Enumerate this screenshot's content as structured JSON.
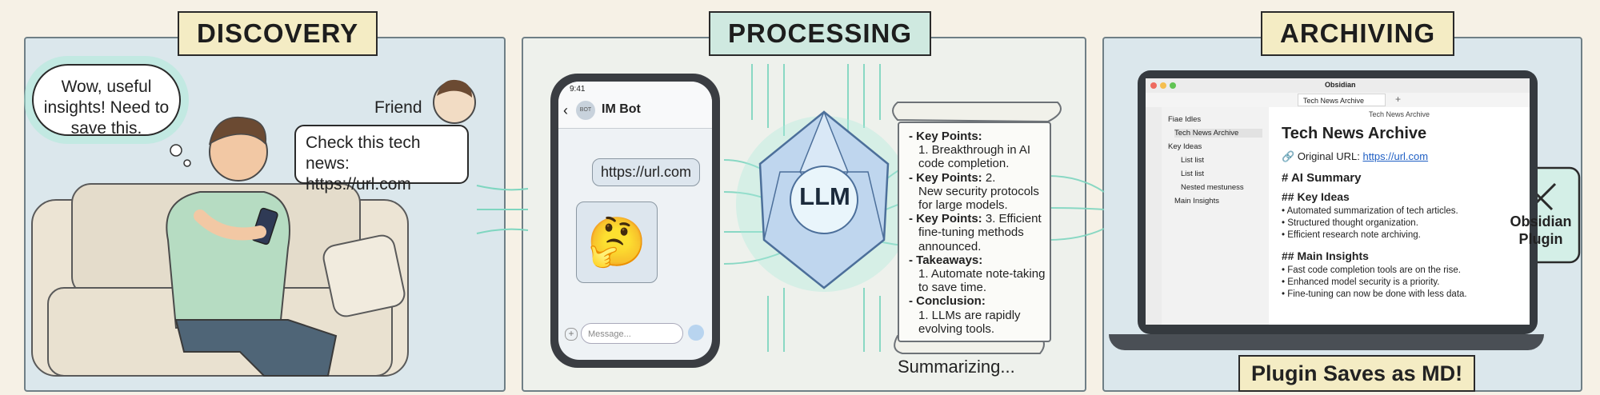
{
  "panels": {
    "discovery": {
      "title": "DISCOVERY",
      "thought": [
        "Wow, useful",
        "insights! Need to",
        "save this."
      ],
      "friend_label": "Friend",
      "speech": [
        "Check this tech news:",
        "https://url.com"
      ]
    },
    "processing": {
      "title": "PROCESSING",
      "phone": {
        "time": "9:41",
        "avatar": "BOT",
        "chat_title": "IM Bot",
        "url_message": "https://url.com",
        "emoji": "🤔",
        "input_placeholder": "Message..."
      },
      "llm_label": "LLM",
      "summary_lines": [
        {
          "bold": "- Key Points:",
          "text": ""
        },
        {
          "bold": "",
          "text": "1. Breakthrough in AI"
        },
        {
          "bold": "",
          "text": "code completion."
        },
        {
          "bold": "- Key Points:",
          "text": " 2."
        },
        {
          "bold": "",
          "text": "New security protocols"
        },
        {
          "bold": "",
          "text": "for large models."
        },
        {
          "bold": "- Key Points:",
          "text": " 3. Efficient"
        },
        {
          "bold": "",
          "text": "fine-tuning methods"
        },
        {
          "bold": "",
          "text": "announced."
        },
        {
          "bold": "- Takeaways:",
          "text": ""
        },
        {
          "bold": "",
          "text": "1. Automate note-taking"
        },
        {
          "bold": "",
          "text": "to save time."
        },
        {
          "bold": "- Conclusion:",
          "text": ""
        },
        {
          "bold": "",
          "text": "1. LLMs are rapidly"
        },
        {
          "bold": "",
          "text": "evolving tools."
        }
      ],
      "status": "Summarizing..."
    },
    "archiving": {
      "title": "ARCHIVING",
      "app_title": "Obsidian",
      "tab_label": "Tech News Archive",
      "breadcrumb": "Tech News Archive",
      "tree": [
        "Fiae Idles",
        "Tech News Archive",
        "Key Ideas",
        "List list",
        "List list",
        "Nested mestuness",
        "Main Insights"
      ],
      "note": {
        "heading": "Tech News Archive",
        "url_label": "Original URL:",
        "url": "https://url.com",
        "h1": "# AI Summary",
        "h2a": "## Key Ideas",
        "key_ideas": [
          "Automated summarization of tech articles.",
          "Structured thought organization.",
          "Efficient research note archiving."
        ],
        "h2b": "## Main Insights",
        "insights": [
          "Fast code completion tools are on the rise.",
          "Enhanced model security is a priority.",
          "Fine-tuning can now be done with less data."
        ]
      },
      "plugin_label": [
        "Obsidian",
        "Plugin"
      ],
      "footer": "Plugin Saves as MD!"
    }
  },
  "colors": {
    "accent_teal": "#7fd6c0",
    "panel_bg": "#dbe7ec",
    "tag_bg": "#f4ecc4",
    "link": "#1f5fc4"
  }
}
